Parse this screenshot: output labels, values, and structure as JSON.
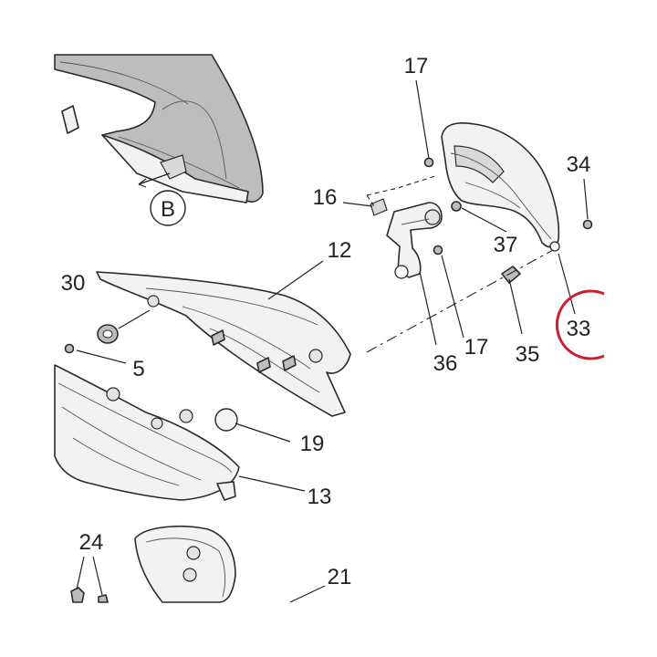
{
  "callouts": {
    "c5": "5",
    "c12": "12",
    "c13": "13",
    "c16": "16",
    "c17_top": "17",
    "c17_mid": "17",
    "c19": "19",
    "c21": "21",
    "c24": "24",
    "c30": "30",
    "c33": "33",
    "c34": "34",
    "c35": "35",
    "c36": "36",
    "c37": "37"
  },
  "view_marker": {
    "label": "B"
  },
  "highlight": {
    "target": "33",
    "color": "#cc1f2e"
  }
}
